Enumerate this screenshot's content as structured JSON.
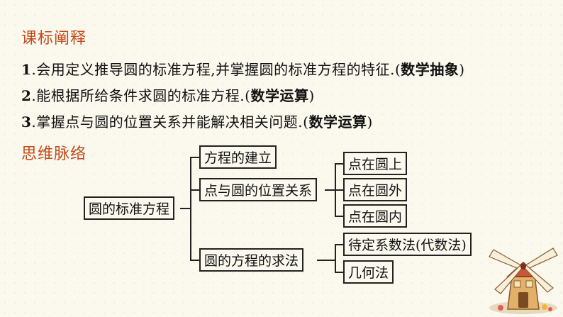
{
  "headings": {
    "standard": "课标阐释",
    "mindmap": "思维脉络"
  },
  "objectives": [
    {
      "num": "1",
      "text": ".会用定义推导圆的标准方程,并掌握圆的标准方程的特征.(",
      "tag": "数学抽象",
      "close": ")"
    },
    {
      "num": "2",
      "text": ".能根据所给条件求圆的标准方程.(",
      "tag": "数学运算",
      "close": ")"
    },
    {
      "num": "3",
      "text": ".掌握点与圆的位置关系并能解决相关问题.(",
      "tag": "数学运算",
      "close": ")"
    }
  ],
  "mindmap": {
    "root": "圆的标准方程",
    "branches": [
      {
        "label": "方程的建立"
      },
      {
        "label": "点与圆的位置关系",
        "children": [
          "点在圆上",
          "点在圆外",
          "点在圆内"
        ]
      },
      {
        "label": "圆的方程的求法",
        "children": [
          "待定系数法(代数法)",
          "几何法"
        ]
      }
    ]
  },
  "decoration": {
    "icon": "windmill-icon"
  }
}
